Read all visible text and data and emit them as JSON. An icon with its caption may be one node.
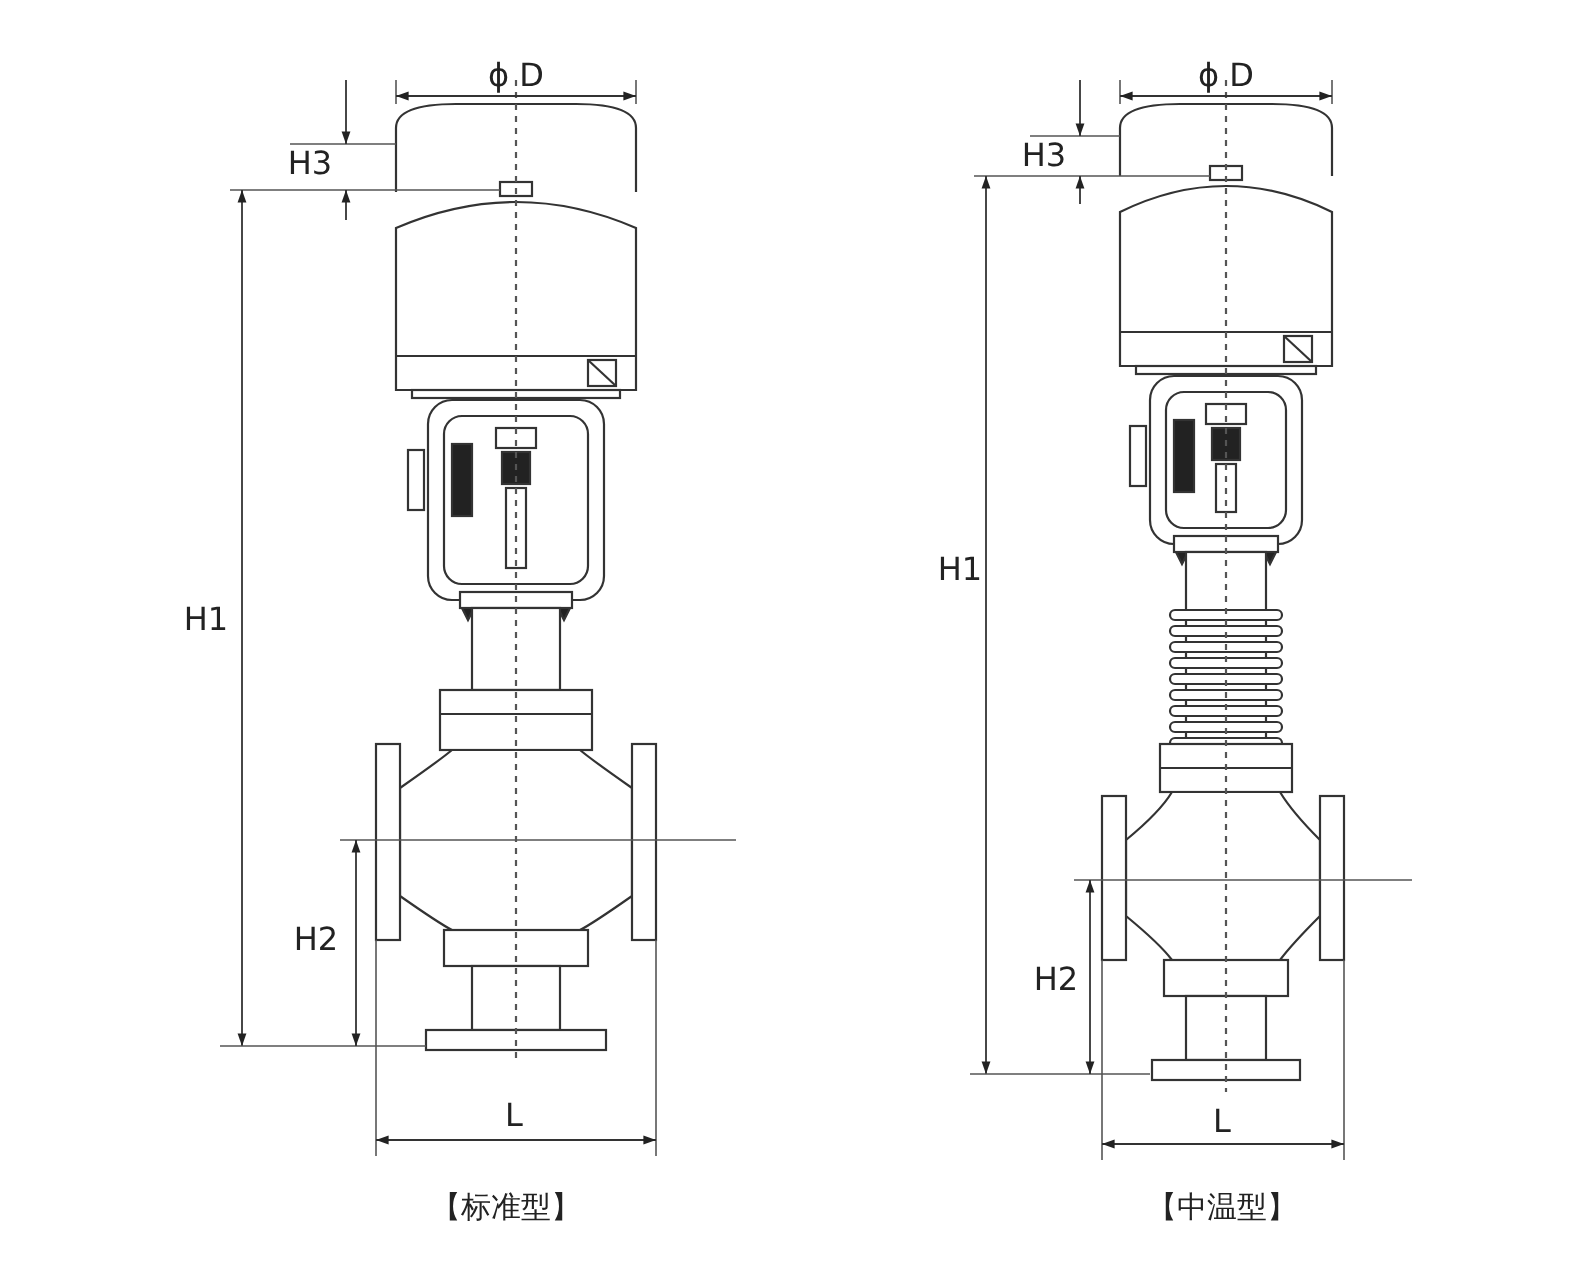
{
  "diagram": {
    "labels": [
      "ϕ D",
      "H3",
      "H1",
      "H2",
      "L",
      "【标准型】",
      "ϕ D",
      "H3",
      "H1",
      "H2",
      "L",
      "【中温型】"
    ]
  }
}
